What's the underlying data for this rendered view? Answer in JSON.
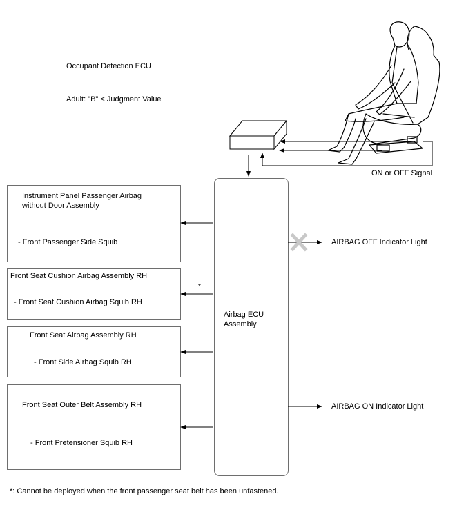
{
  "occupant": {
    "ecu_label": "Occupant Detection ECU",
    "judgment": "Adult: \"B\" < Judgment Value",
    "signal": "ON or OFF Signal"
  },
  "airbag_ecu": {
    "line1": "Airbag ECU",
    "line2": "Assembly"
  },
  "components": [
    {
      "title_line1": "Instrument Panel Passenger Airbag",
      "title_line2": "without Door Assembly",
      "squib": "- Front Passenger Side Squib"
    },
    {
      "title_line1": "Front Seat Cushion Airbag Assembly RH",
      "squib": "- Front Seat Cushion Airbag Squib RH",
      "marker": "*"
    },
    {
      "title_line1": "Front Seat Airbag Assembly RH",
      "squib": "- Front Side Airbag Squib RH"
    },
    {
      "title_line1": "Front Seat Outer Belt Assembly RH",
      "squib": "- Front Pretensioner Squib RH"
    }
  ],
  "indicators": {
    "off": "AIRBAG OFF Indicator Light",
    "on": "AIRBAG ON Indicator Light"
  },
  "footnote": "*: Cannot be deployed when the front passenger seat belt has been unfastened."
}
